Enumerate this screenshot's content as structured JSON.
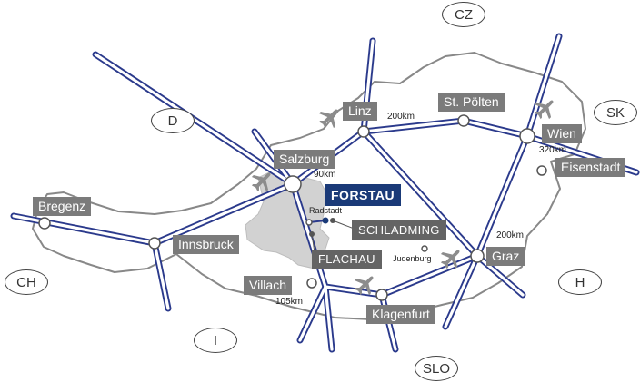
{
  "countries": {
    "cz": "CZ",
    "d": "D",
    "sk": "SK",
    "ch": "CH",
    "h": "H",
    "i": "I",
    "slo": "SLO"
  },
  "cities": {
    "bregenz": "Bregenz",
    "innsbruck": "Innsbruck",
    "salzburg": "Salzburg",
    "linz": "Linz",
    "st_poelten": "St. Pölten",
    "wien": "Wien",
    "eisenstadt": "Eisenstadt",
    "graz": "Graz",
    "klagenfurt": "Klagenfurt",
    "villach": "Villach"
  },
  "destination": "FORSTAU",
  "regions": {
    "schladming": "SCHLADMING",
    "flachau": "FLACHAU"
  },
  "towns": {
    "radstadt": "Radstadt",
    "judenburg": "Judenburg"
  },
  "distances": {
    "linz": "200km",
    "wien": "320km",
    "salzburg": "90km",
    "graz": "200km",
    "villach": "105km"
  },
  "colors": {
    "road": "#2b3a8c",
    "land": "#ffffff",
    "border": "#888888",
    "salzburg_land": "#d2d2d2",
    "label_bg": "#7b7b7b",
    "forstau_bg": "#1a3a78"
  },
  "icons": {
    "airport": "airplane-icon"
  }
}
